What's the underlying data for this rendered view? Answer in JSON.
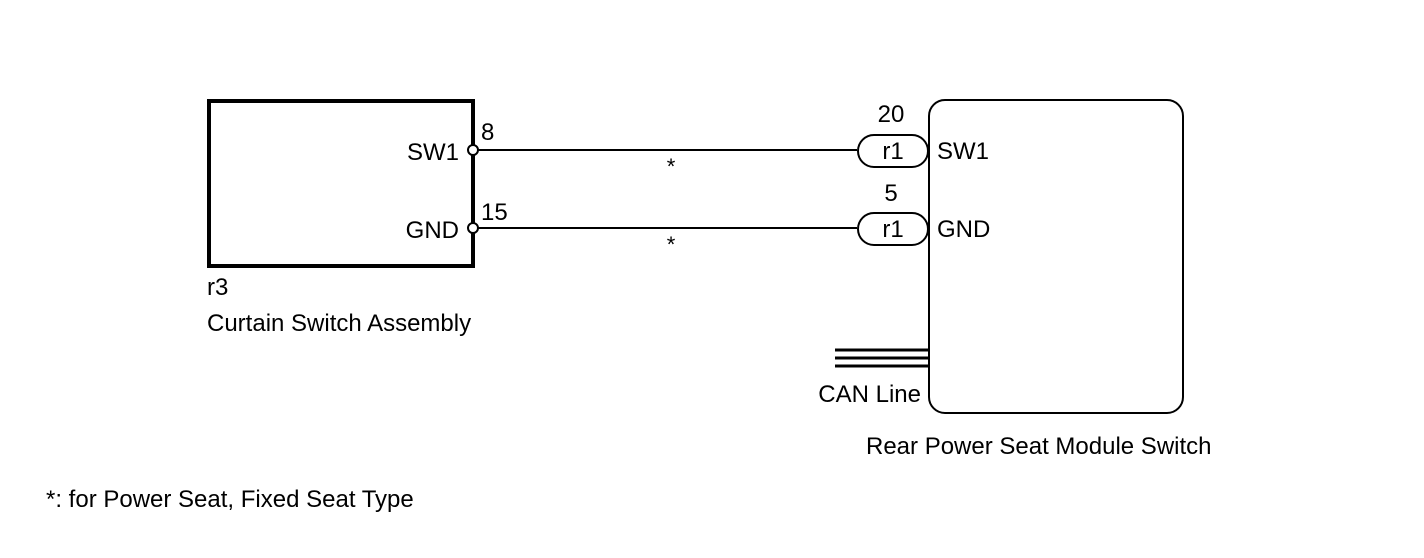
{
  "left_component": {
    "connector_id": "r3",
    "name": "Curtain Switch Assembly",
    "pins": [
      {
        "label": "SW1",
        "number": "8"
      },
      {
        "label": "GND",
        "number": "15"
      }
    ]
  },
  "right_component": {
    "name": "Rear Power Seat Module Switch",
    "pins": [
      {
        "label": "SW1",
        "number": "20",
        "connector": "r1"
      },
      {
        "label": "GND",
        "number": "5",
        "connector": "r1"
      }
    ],
    "can_label": "CAN Line"
  },
  "wires": [
    {
      "from": "SW1",
      "to": "SW1",
      "marker": "*"
    },
    {
      "from": "GND",
      "to": "GND",
      "marker": "*"
    }
  ],
  "footnote": "*: for Power Seat, Fixed Seat Type"
}
